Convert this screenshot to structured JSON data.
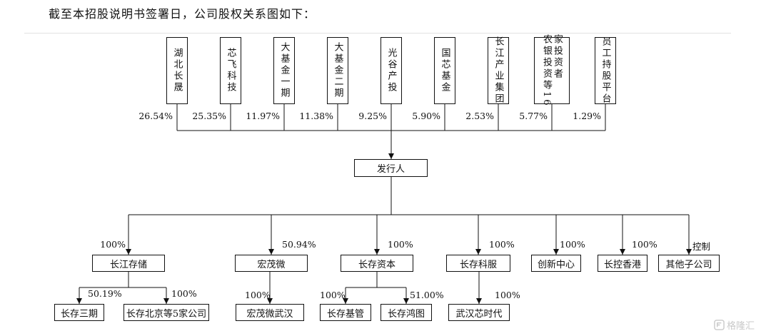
{
  "intro": "截至本招股说明书签署日，公司股权关系图如下：",
  "shareholders": [
    {
      "cols": [
        "湖北长晟"
      ],
      "pct": "26.54%"
    },
    {
      "cols": [
        "芯飞科技"
      ],
      "pct": "25.35%"
    },
    {
      "cols": [
        "大基金一期"
      ],
      "pct": "11.97%"
    },
    {
      "cols": [
        "大基金二期"
      ],
      "pct": "11.38%"
    },
    {
      "cols": [
        "光谷产投"
      ],
      "pct": "9.25%"
    },
    {
      "cols": [
        "国芯基金"
      ],
      "pct": "5.90%"
    },
    {
      "cols": [
        "长江产业集团"
      ],
      "pct": "2.53%"
    },
    {
      "cols": [
        "农银投资等16",
        "家投资者"
      ],
      "pct": "5.77%"
    },
    {
      "cols": [
        "员工持股平台"
      ],
      "pct": "1.29%"
    }
  ],
  "issuer": "发行人",
  "subsidiaries": [
    {
      "name": "长江存储",
      "pct": "100%"
    },
    {
      "name": "宏茂微",
      "pct": "50.94%"
    },
    {
      "name": "长存资本",
      "pct": "100%"
    },
    {
      "name": "长存科服",
      "pct": "100%"
    },
    {
      "name": "创新中心",
      "pct": "100%"
    },
    {
      "name": "长控香港",
      "pct": "100%"
    },
    {
      "name": "其他子公司",
      "pct": "控制"
    }
  ],
  "grandchildren": [
    {
      "name": "长存三期",
      "pct": "50.19%"
    },
    {
      "name": "长存北京等5家公司",
      "pct": "100%"
    },
    {
      "name": "宏茂微武汉",
      "pct": "100%"
    },
    {
      "name": "长存基管",
      "pct": "100%"
    },
    {
      "name": "长存鸿图",
      "pct": "51.00%"
    },
    {
      "name": "武汉芯时代",
      "pct": "100%"
    }
  ],
  "watermark": "格隆汇",
  "colors": {
    "line": "#111111",
    "watermark": "#c9c9c9"
  }
}
